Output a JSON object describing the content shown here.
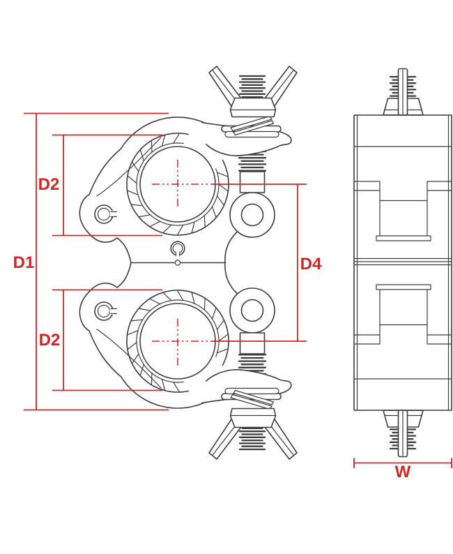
{
  "diagram": {
    "dimension_labels": {
      "d1": "D1",
      "d2_top": "D2",
      "d2_bottom": "D2",
      "d4": "D4",
      "w": "W"
    },
    "colors": {
      "dimension_red": "#cb2727",
      "drawing_line": "#3c3c3c",
      "background": "#ffffff"
    }
  }
}
